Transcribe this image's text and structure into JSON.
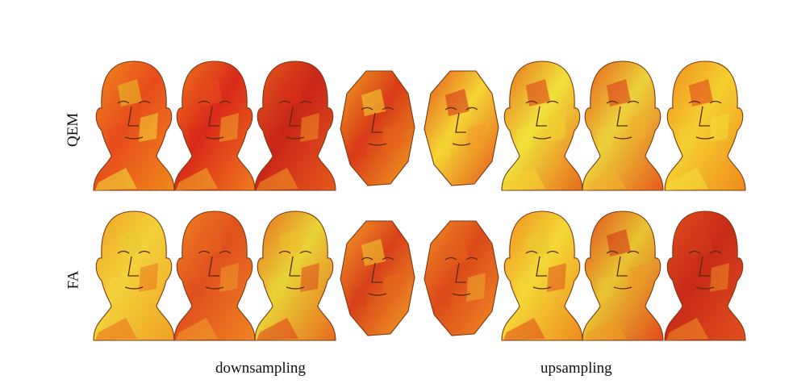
{
  "figure": {
    "rows": [
      {
        "label": "QEM",
        "heads": [
          {
            "type": "full",
            "colors": [
              "#f08a1c",
              "#e8c428",
              "#f3e33a",
              "#e74c1c"
            ]
          },
          {
            "type": "full",
            "colors": [
              "#f07a1c",
              "#e84a1e",
              "#f0b02a",
              "#d9291a"
            ]
          },
          {
            "type": "full",
            "colors": [
              "#e65a1c",
              "#d8301a",
              "#f29a26",
              "#c92518"
            ]
          },
          {
            "type": "face",
            "colors": [
              "#f0a020",
              "#f4dc36",
              "#e9621c",
              "#d93a18"
            ]
          },
          {
            "type": "face",
            "colors": [
              "#e6561c",
              "#d52c18",
              "#f29c26",
              "#f4d534"
            ]
          },
          {
            "type": "full",
            "colors": [
              "#e86a1e",
              "#d8361a",
              "#f4d432",
              "#f0e23a"
            ]
          },
          {
            "type": "full",
            "colors": [
              "#e65a1c",
              "#d8341a",
              "#f3b02c",
              "#ecd23a"
            ]
          },
          {
            "type": "full",
            "colors": [
              "#f08a1c",
              "#e03c1c",
              "#f3e03a",
              "#f5d030"
            ]
          }
        ]
      },
      {
        "label": "FA",
        "heads": [
          {
            "type": "full",
            "colors": [
              "#f0a024",
              "#e8ca34",
              "#ea6e1e",
              "#f3d23a"
            ]
          },
          {
            "type": "full",
            "colors": [
              "#f08422",
              "#e8621e",
              "#f0a02a",
              "#e0501e"
            ]
          },
          {
            "type": "full",
            "colors": [
              "#e86a1e",
              "#f0c02e",
              "#dc3c1a",
              "#e8d436"
            ]
          },
          {
            "type": "face",
            "colors": [
              "#f3a024",
              "#f0d432",
              "#e66a1c",
              "#d8401a"
            ]
          },
          {
            "type": "face",
            "colors": [
              "#f08c22",
              "#e65e1c",
              "#f0b02c",
              "#dc4a1a"
            ]
          },
          {
            "type": "full",
            "colors": [
              "#f08a1e",
              "#e8c832",
              "#e0481c",
              "#f3d836"
            ]
          },
          {
            "type": "full",
            "colors": [
              "#e24a1c",
              "#d23218",
              "#f09a26",
              "#e8c432"
            ]
          },
          {
            "type": "full",
            "colors": [
              "#e2501c",
              "#d23a1a",
              "#f09426",
              "#c82a18"
            ]
          }
        ]
      }
    ],
    "captions": [
      "downsampling",
      "upsampling"
    ]
  }
}
